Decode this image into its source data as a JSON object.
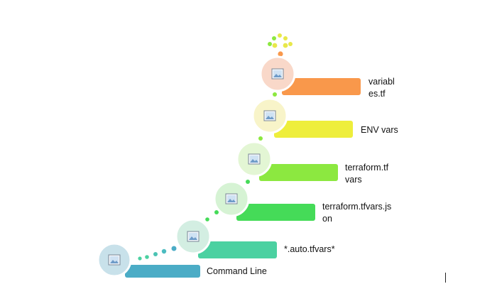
{
  "steps": [
    {
      "id": "command-line",
      "label": "Command Line",
      "circle_color": "#c8e1ea",
      "bar_color": "#4bacc6",
      "icon": "image-placeholder-icon"
    },
    {
      "id": "auto-tfvars",
      "label": "*.auto.tfvars*",
      "circle_color": "#d3eee2",
      "bar_color": "#4bd1a1",
      "icon": "image-placeholder-icon"
    },
    {
      "id": "tfvars-json",
      "label": "terraform.tfvars.js\non",
      "circle_color": "#d6f3d4",
      "bar_color": "#45db58",
      "icon": "image-placeholder-icon"
    },
    {
      "id": "tfvars",
      "label": "terraform.tf\nvars",
      "circle_color": "#e3f6d4",
      "bar_color": "#8ce840",
      "icon": "image-placeholder-icon"
    },
    {
      "id": "env-vars",
      "label": "ENV vars",
      "circle_color": "#f8f4c9",
      "bar_color": "#eeee3c",
      "icon": "image-placeholder-icon"
    },
    {
      "id": "variables-tf",
      "label": "variabl\nes.tf",
      "circle_color": "#f9d8c9",
      "bar_color": "#f9984b",
      "icon": "image-placeholder-icon"
    }
  ],
  "connector_colors": {
    "cool": "#4bacc6",
    "green": "#45db58",
    "lime": "#8ce840",
    "yellow": "#e8e84a",
    "orange": "#f9984b"
  }
}
